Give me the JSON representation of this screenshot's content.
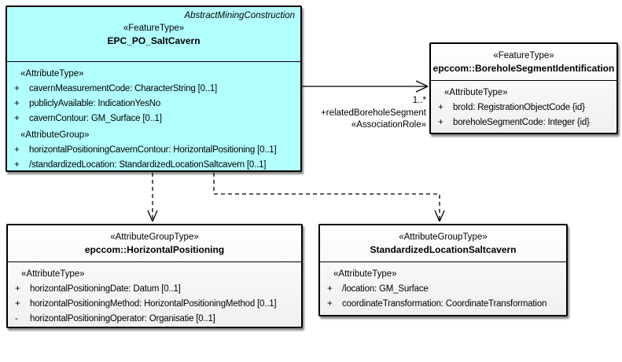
{
  "colors": {
    "cavern_fill": "#B2FFFF",
    "box_fill": "#FFFFFF",
    "border": "#000000",
    "shadow": "#8C8C8C",
    "line": "#000000"
  },
  "classes": {
    "salt_cavern": {
      "parent": "AbstractMiningConstruction",
      "stereotype": "«FeatureType»",
      "name": "EPC_PO_SaltCavern",
      "sections": [
        {
          "header": "«AttributeType»",
          "rows": [
            {
              "vis": "+",
              "text": "cavernMeasurementCode: CharacterString [0..1]"
            },
            {
              "vis": "+",
              "text": "publiclyAvailable: IndicationYesNo"
            },
            {
              "vis": "+",
              "text": "cavernContour: GM_Surface [0..1]"
            }
          ]
        },
        {
          "header": "«AttributeGroup»",
          "rows": [
            {
              "vis": "+",
              "text": "horizontalPositioningCavernContour: HorizontalPositioning [0..1]"
            },
            {
              "vis": "+",
              "text": "/standardizedLocation: StandardizedLocationSaltcavern [0..1]"
            }
          ]
        }
      ]
    },
    "borehole_segment": {
      "stereotype": "«FeatureType»",
      "name": "epccom::BoreholeSegmentIdentification",
      "sections": [
        {
          "header": "«AttributeType»",
          "rows": [
            {
              "vis": "+",
              "text": "broId: RegistrationObjectCode {id}"
            },
            {
              "vis": "+",
              "text": "boreholeSegmentCode: Integer {id}"
            }
          ]
        }
      ]
    },
    "horizontal_positioning": {
      "stereotype": "«AttributeGroupType»",
      "name": "epccom::HorizontalPositioning",
      "sections": [
        {
          "header": "«AttributeType»",
          "rows": [
            {
              "vis": "+",
              "text": "horizontalPositioningDate: Datum [0..1]"
            },
            {
              "vis": "+",
              "text": "horizontalPositioningMethod: HorizontalPositioningMethod [0..1]"
            },
            {
              "vis": "-",
              "text": "horizontalPositioningOperator: Organisatie [0..1]"
            }
          ]
        }
      ]
    },
    "standardized_location": {
      "stereotype": "«AttributeGroupType»",
      "name": "StandardizedLocationSaltcavern",
      "sections": [
        {
          "header": "«AttributeType»",
          "rows": [
            {
              "vis": "+",
              "text": "/location: GM_Surface"
            },
            {
              "vis": "+",
              "text": "coordinateTransformation: CoordinateTransformation"
            }
          ]
        }
      ]
    }
  },
  "association": {
    "multiplicity": "1..*",
    "role": "+relatedBoreholeSegment",
    "stereotype": "«AssociationRole»"
  }
}
